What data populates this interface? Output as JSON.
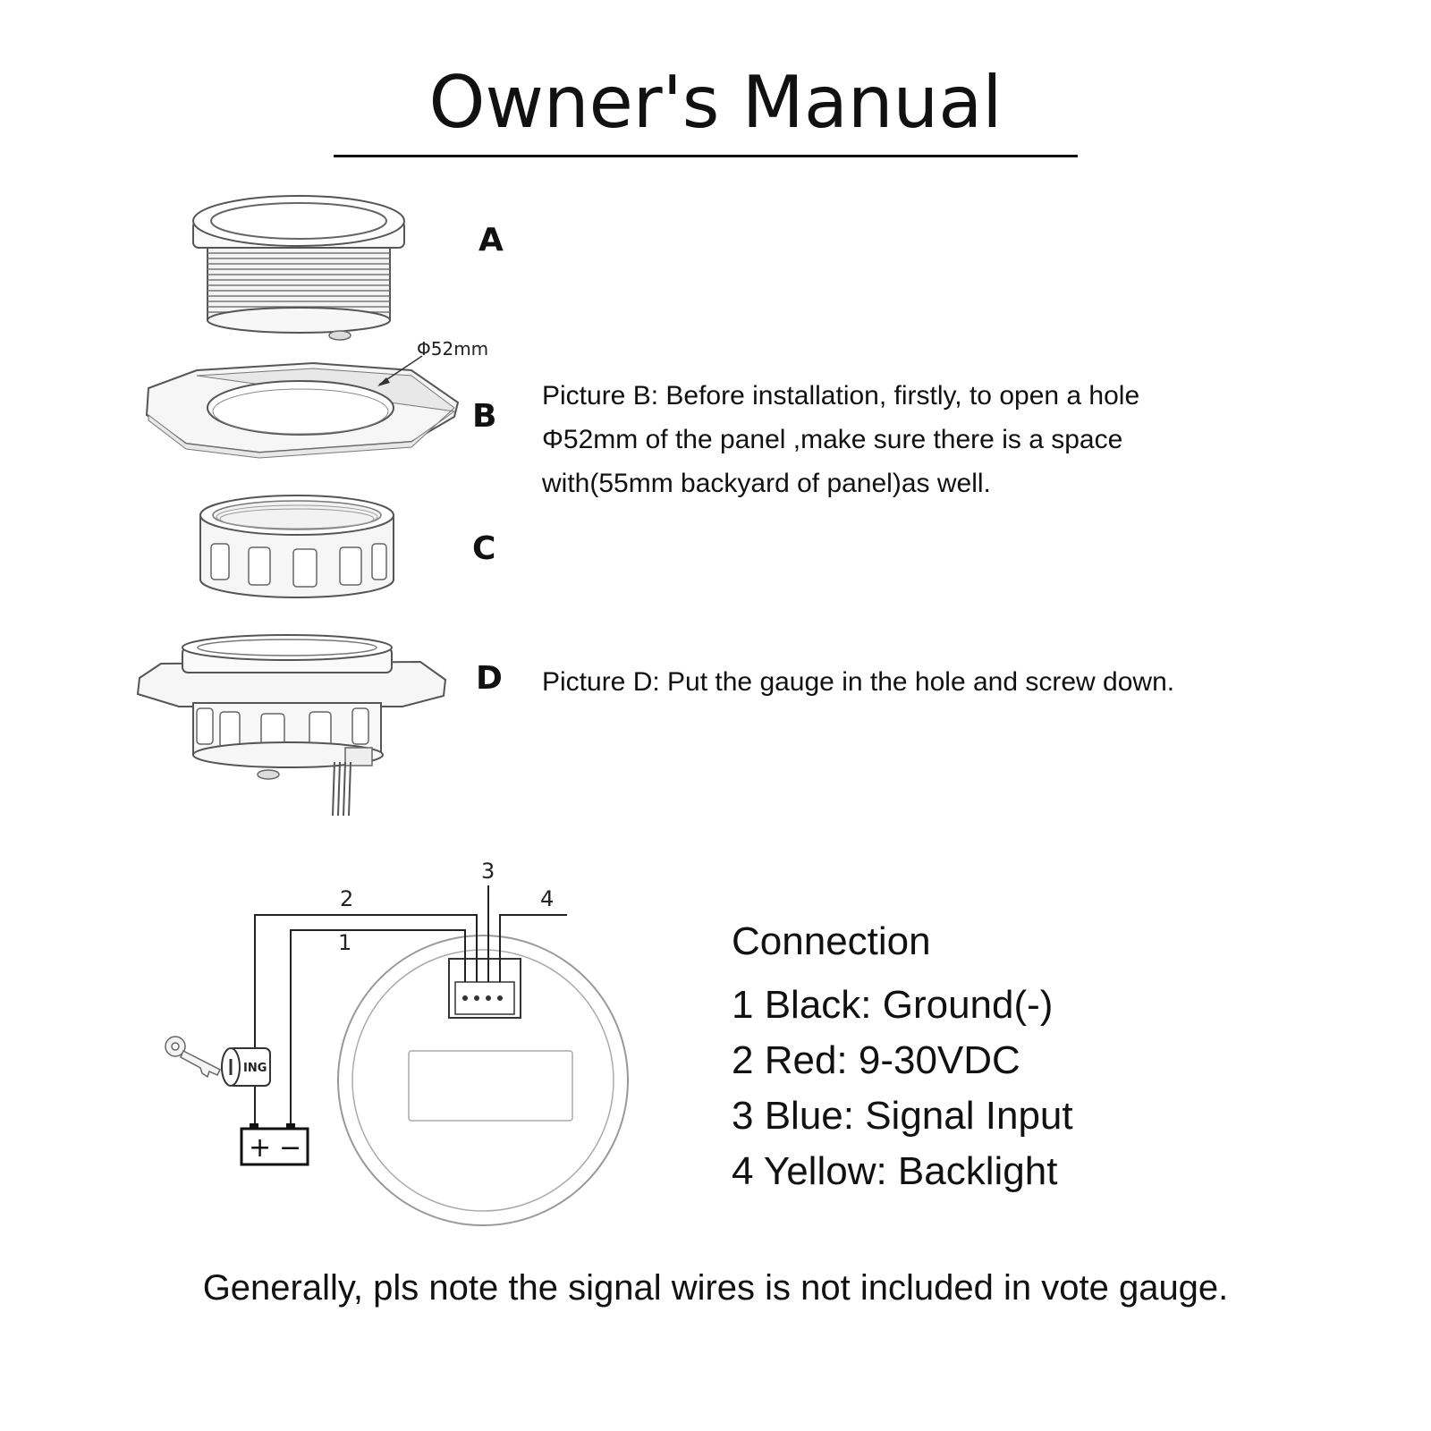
{
  "header": {
    "title": "Owner's Manual"
  },
  "parts": {
    "a": {
      "letter": "A"
    },
    "b": {
      "letter": "B",
      "dimension": "Φ52mm",
      "description_lines": [
        "Picture B: Before installation, firstly, to open a hole",
        "Φ52mm of the panel ,make sure there is a space",
        "with(55mm backyard of panel)as well."
      ]
    },
    "c": {
      "letter": "C"
    },
    "d": {
      "letter": "D",
      "description": "Picture D: Put the gauge in the hole and screw down."
    }
  },
  "diagram": {
    "wire_numbers": [
      "1",
      "2",
      "3",
      "4"
    ],
    "ignition_label": "ING",
    "battery_plus": "+",
    "battery_minus": "−"
  },
  "connection": {
    "title": "Connection",
    "items": [
      "1 Black: Ground(-)",
      "2 Red: 9-30VDC",
      "3 Blue: Signal Input",
      "4 Yellow: Backlight"
    ]
  },
  "footer": {
    "note": "Generally, pls note the signal wires is not included in vote gauge."
  }
}
